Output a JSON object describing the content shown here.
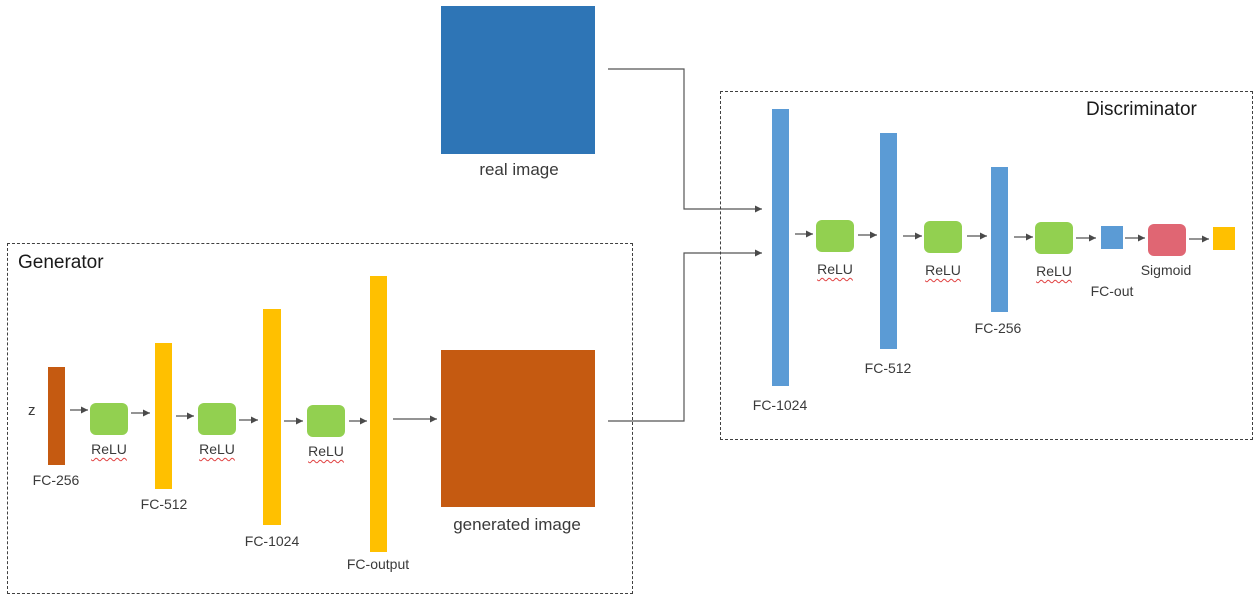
{
  "real_image_label": "real image",
  "generated_image_label": "generated image",
  "generator": {
    "title": "Generator",
    "input_label": "z",
    "layers": [
      "FC-256",
      "FC-512",
      "FC-1024",
      "FC-output"
    ],
    "activation": "ReLU"
  },
  "discriminator": {
    "title": "Discriminator",
    "layers": [
      "FC-1024",
      "FC-512",
      "FC-256",
      "FC-out"
    ],
    "activation": "ReLU",
    "output_activation": "Sigmoid"
  },
  "colors": {
    "generator_bar": "#ffc000",
    "discriminator_bar": "#5b9bd5",
    "noise_bar": "#c55a11",
    "real_image": "#2e75b6",
    "generated_image": "#c55a11",
    "relu": "#92d050",
    "sigmoid": "#e06673"
  }
}
